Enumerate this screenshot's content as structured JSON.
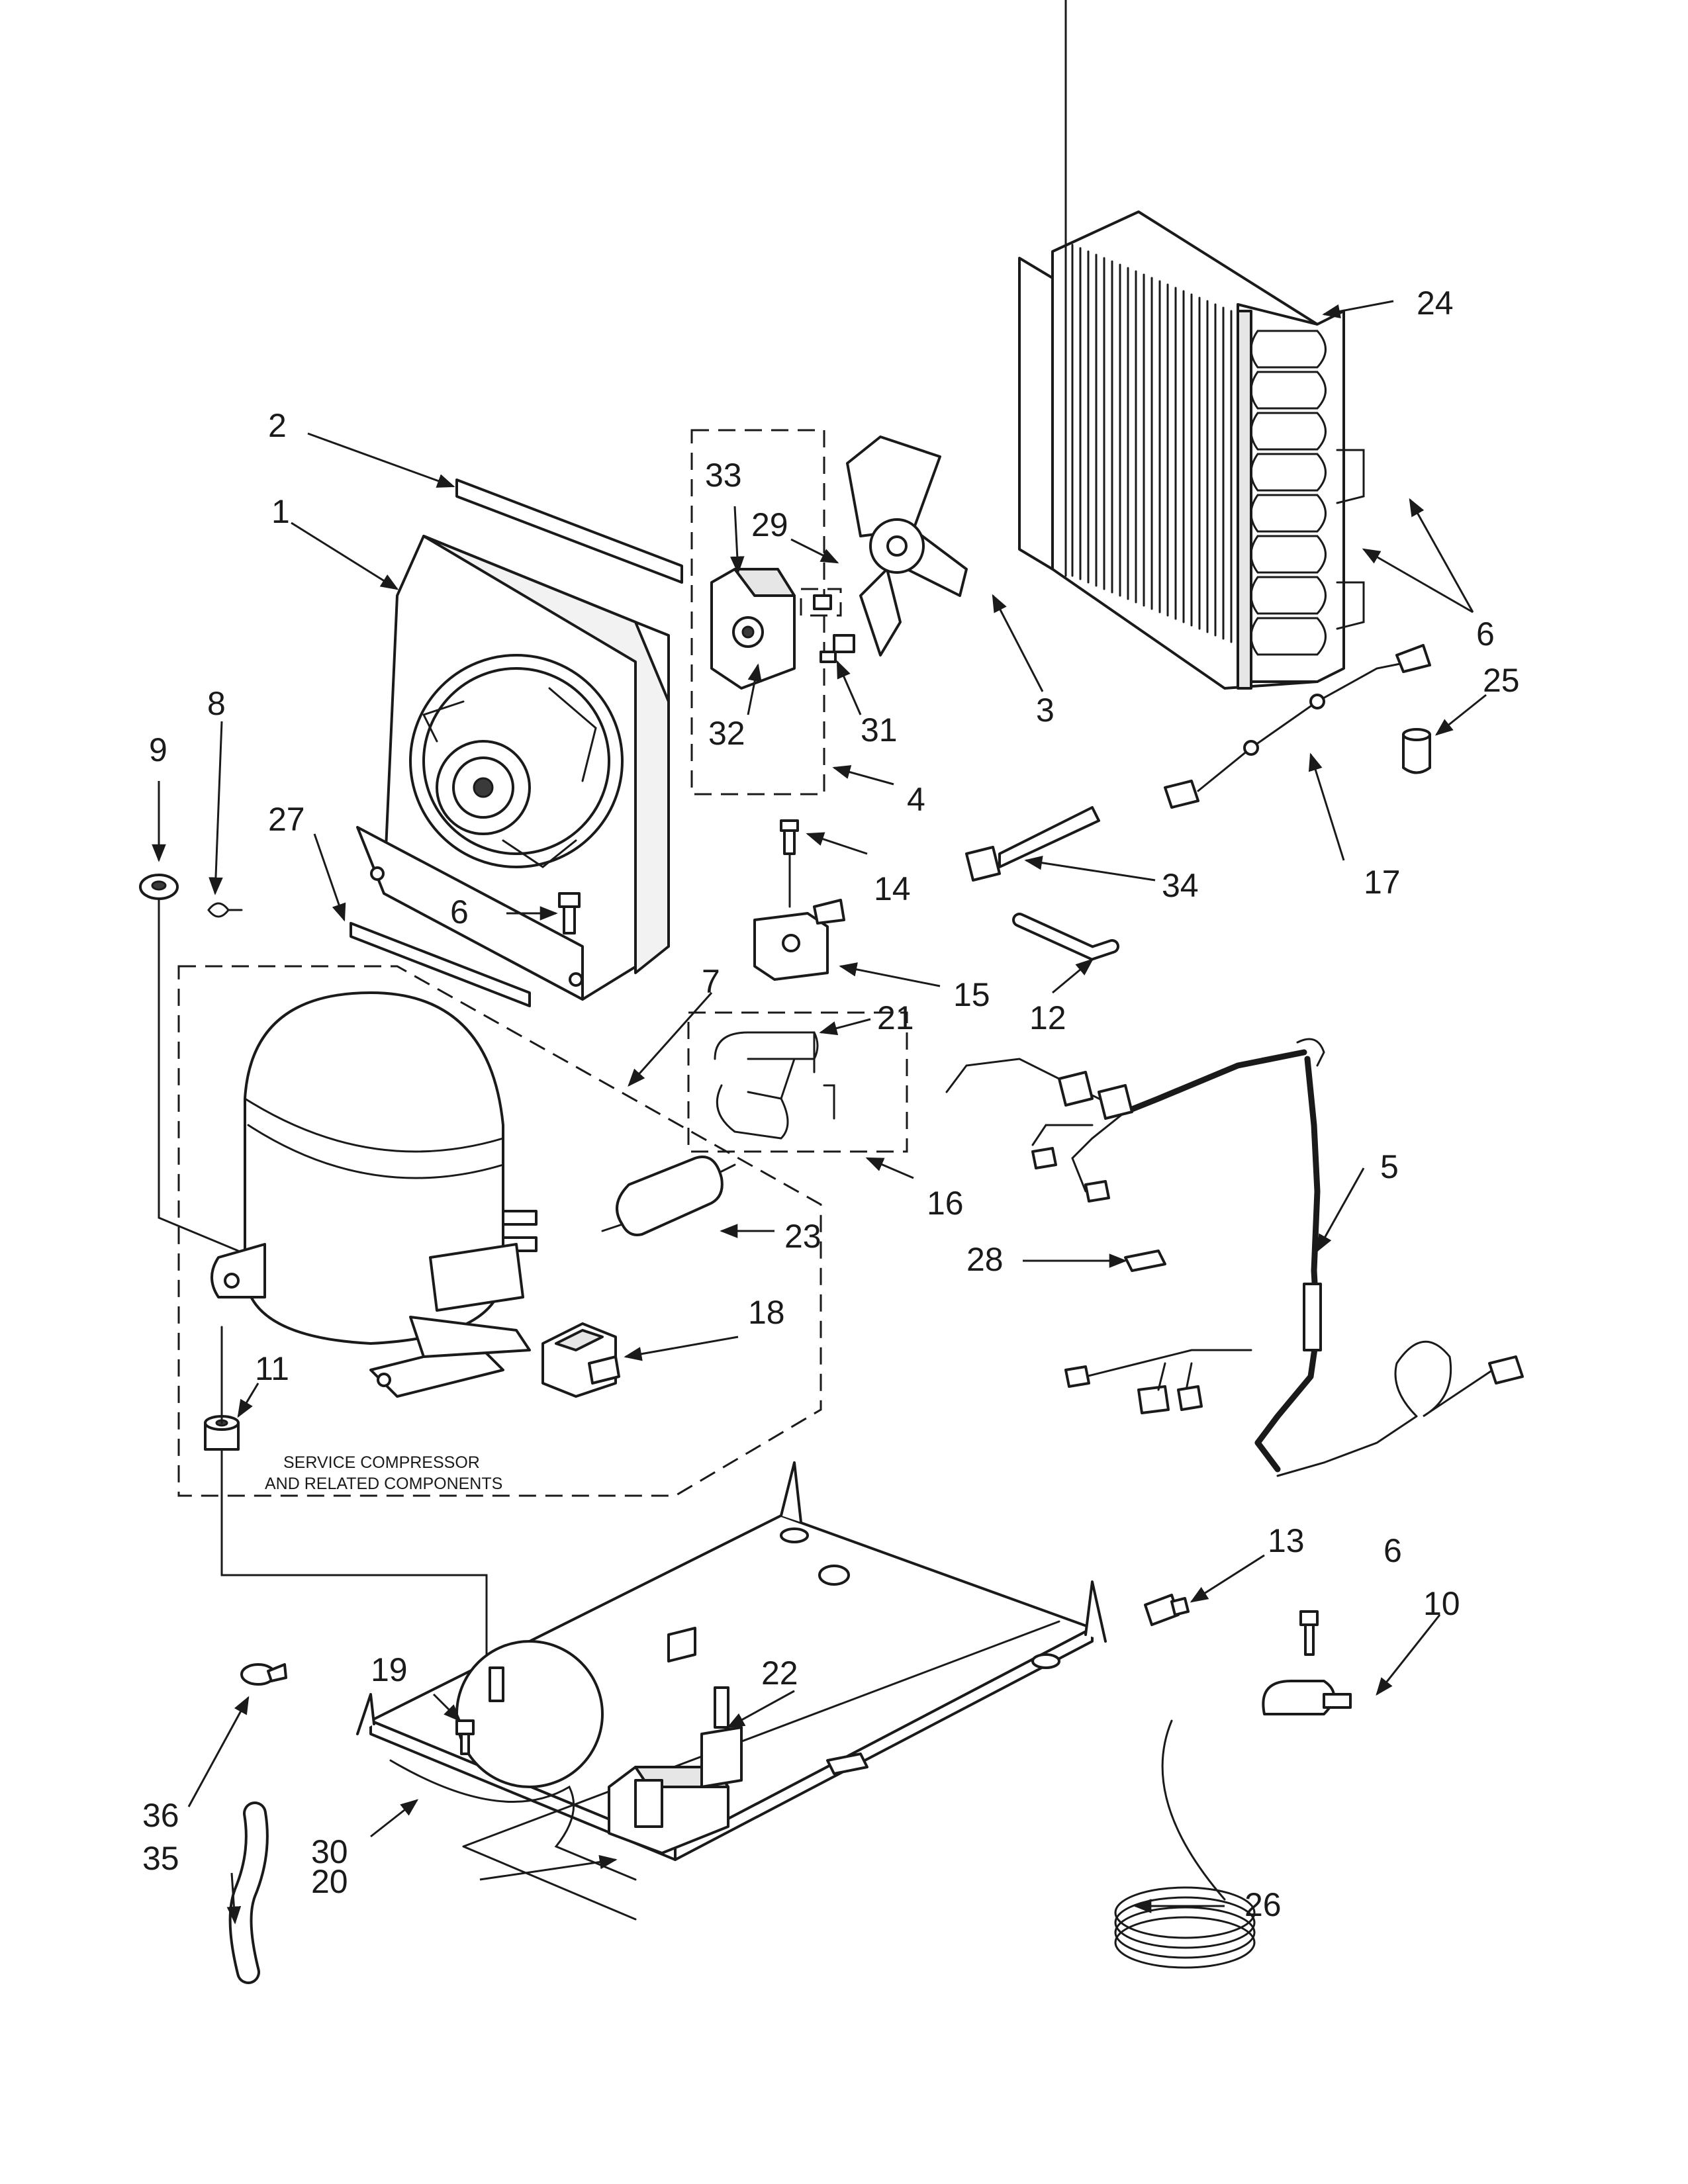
{
  "note": {
    "line1": "SERVICE COMPRESSOR",
    "line2": "AND RELATED COMPONENTS"
  },
  "callouts": {
    "c1": "1",
    "c2": "2",
    "c3": "3",
    "c4": "4",
    "c5": "5",
    "c6": "6",
    "c7": "7",
    "c8": "8",
    "c9": "9",
    "c10": "10",
    "c11": "11",
    "c12": "12",
    "c13": "13",
    "c14": "14",
    "c15": "15",
    "c16": "16",
    "c17": "17",
    "c18": "18",
    "c19": "19",
    "c20": "20",
    "c21": "21",
    "c22": "22",
    "c23": "23",
    "c24": "24",
    "c25": "25",
    "c26": "26",
    "c27": "27",
    "c28": "28",
    "c29": "29",
    "c30": "30",
    "c31": "31",
    "c32": "32",
    "c33": "33",
    "c34": "34",
    "c35": "35",
    "c36": "36"
  }
}
